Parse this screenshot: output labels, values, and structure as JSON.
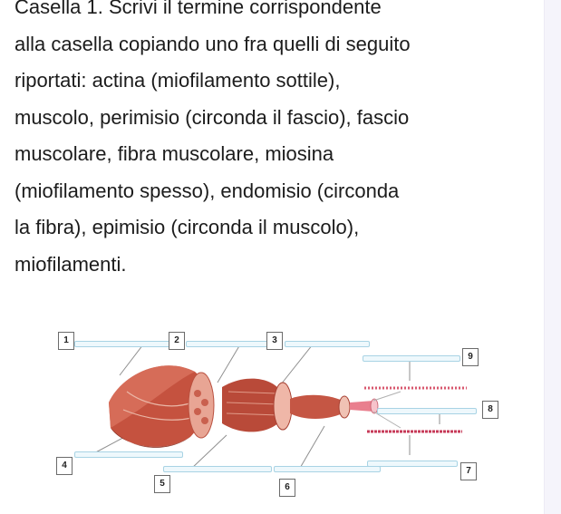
{
  "question": {
    "lines": [
      "Casella 1. Scrivi il termine corrispondente",
      "alla casella copiando uno fra quelli di seguito",
      "riportati: actina (miofilamento sottile),",
      "muscolo, perimisio (circonda il fascio), fascio",
      "muscolare, fibra muscolare, miosina",
      "(miofilamento spesso), endomisio (circonda",
      "la fibra), epimisio (circonda il muscolo),",
      "miofilamenti."
    ]
  },
  "figure": {
    "boxes": [
      "1",
      "2",
      "3",
      "4",
      "5",
      "6",
      "7",
      "8",
      "9"
    ]
  },
  "colors": {
    "text": "#1c1c1c",
    "muscle": "#c5523f",
    "answer_line": "#a8d3e4"
  }
}
